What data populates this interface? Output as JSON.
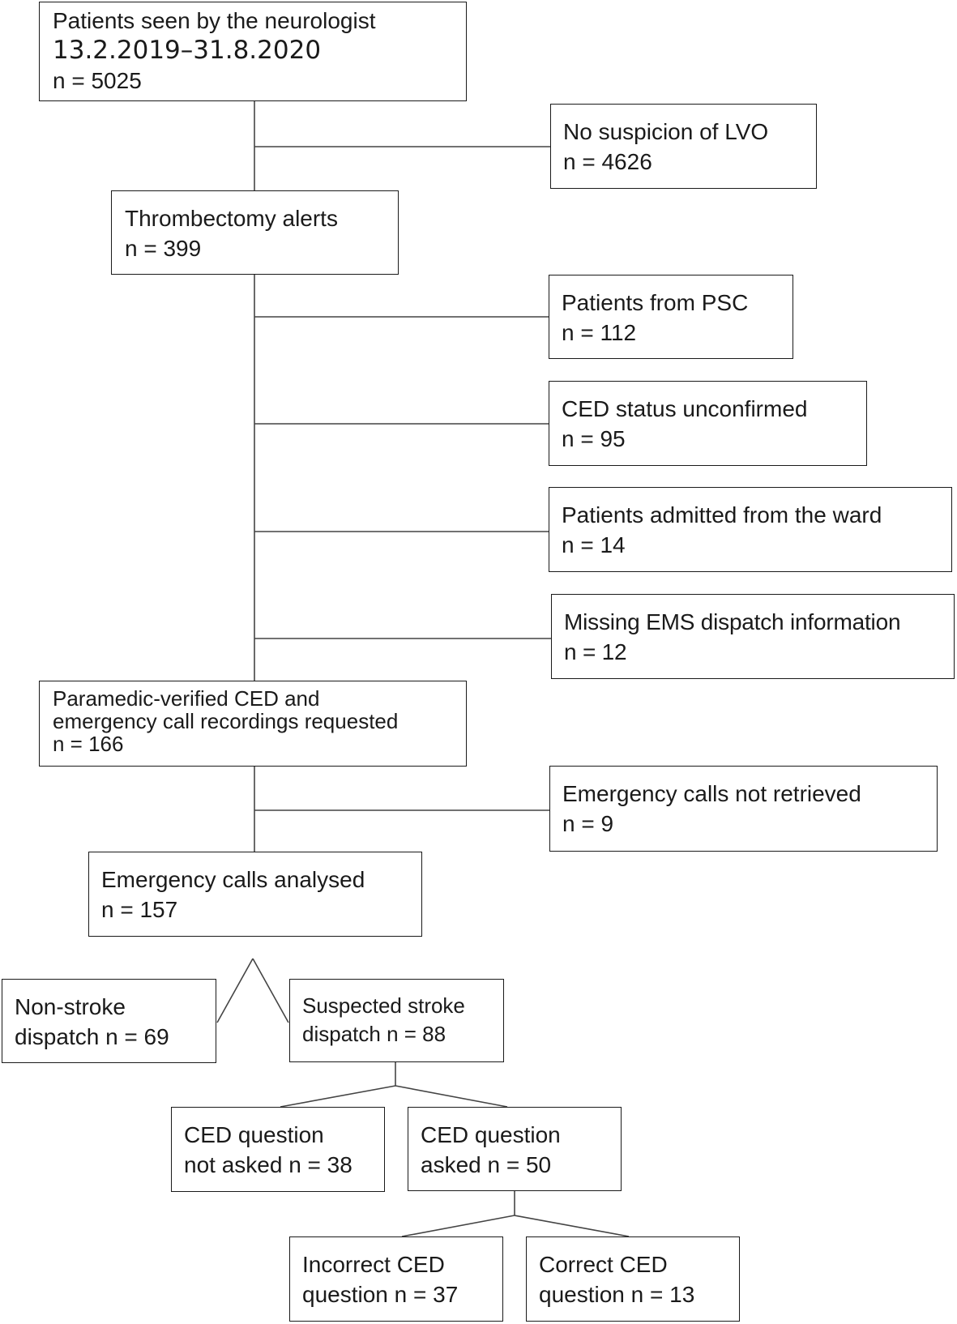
{
  "boxes": {
    "neurologist": {
      "line1": "Patients seen by the neurologist",
      "line2": "13.2.2019–31.8.2020",
      "line3": "n = 5025"
    },
    "no_lvo": {
      "line1": "No suspicion of LVO",
      "line2": "n = 4626"
    },
    "thrombectomy": {
      "line1": "Thrombectomy alerts",
      "line2": "n = 399"
    },
    "psc": {
      "line1": "Patients from PSC",
      "line2": "n = 112"
    },
    "ced_unconfirmed": {
      "line1": "CED status unconfirmed",
      "line2": "n = 95"
    },
    "ward": {
      "line1": "Patients admitted from the ward",
      "line2": "n = 14"
    },
    "missing_ems": {
      "line1": "Missing EMS dispatch information",
      "line2": "n = 12"
    },
    "paramedic": {
      "line1": "Paramedic-verified CED and",
      "line2": "emergency call recordings requested",
      "line3": "n = 166"
    },
    "not_retrieved": {
      "line1": "Emergency calls not retrieved",
      "line2": "n = 9"
    },
    "analysed": {
      "line1": "Emergency calls analysed",
      "line2": "n = 157"
    },
    "non_stroke": {
      "line1": "Non-stroke",
      "line2": "dispatch n = 69"
    },
    "suspected_stroke": {
      "line1": "Suspected stroke",
      "line2": "dispatch n = 88"
    },
    "ced_not_asked": {
      "line1": "CED question",
      "line2": "not asked n = 38"
    },
    "ced_asked": {
      "line1": "CED question",
      "line2": "asked n = 50"
    },
    "incorrect_ced": {
      "line1": "Incorrect CED",
      "line2": "question n = 37"
    },
    "correct_ced": {
      "line1": "Correct CED",
      "line2": "question n = 13"
    }
  }
}
